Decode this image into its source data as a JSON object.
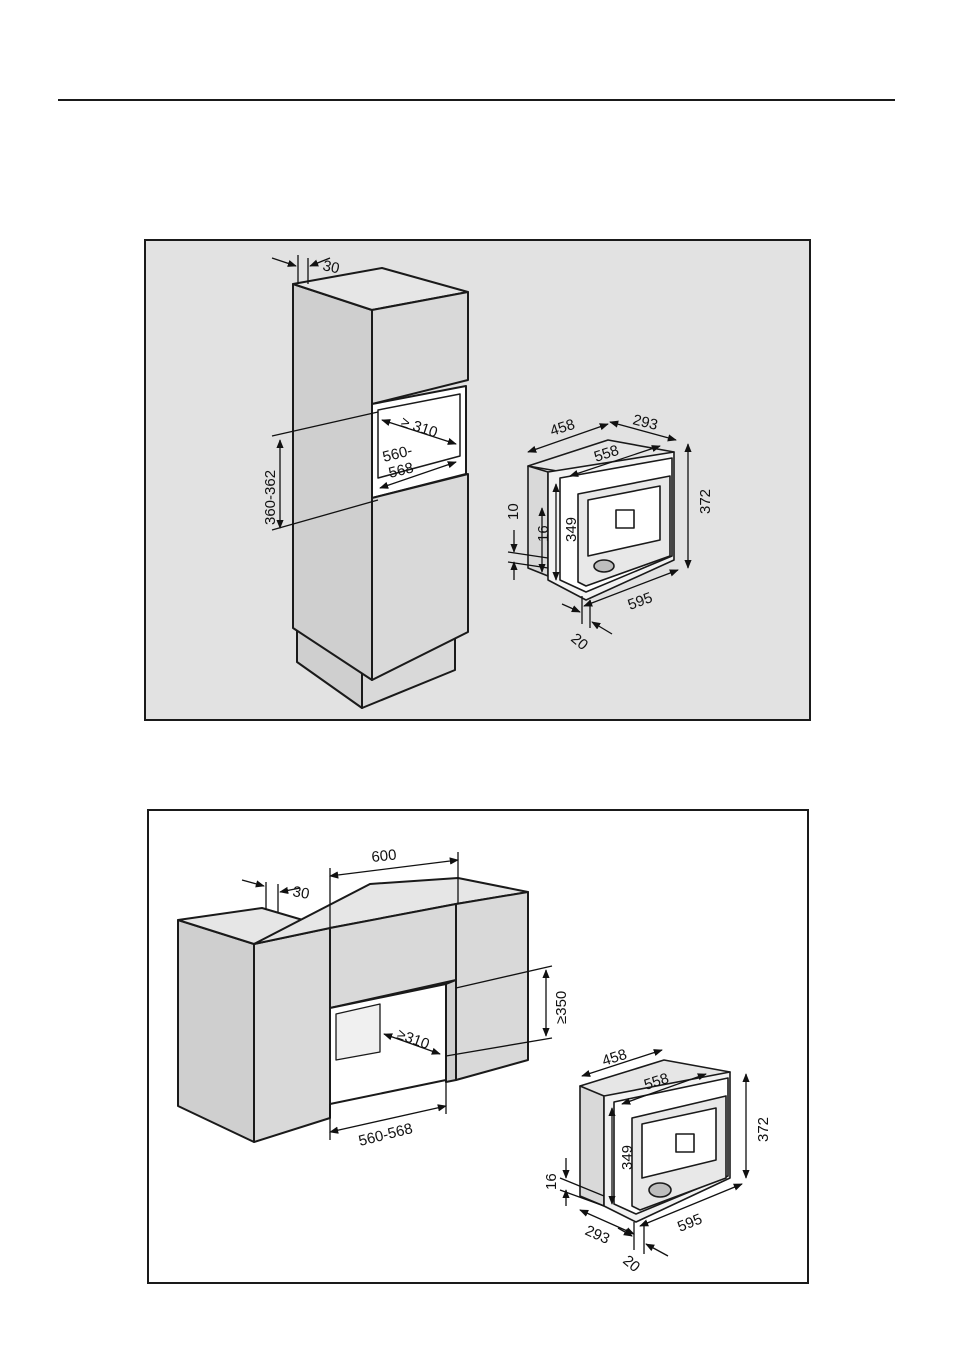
{
  "colors": {
    "panel_bg": "#e2e2e2",
    "cabinet_front": "#cfcfcf",
    "cabinet_side": "#d9d9d9",
    "cabinet_top": "#e6e6e6",
    "niche": "#ffffff",
    "line": "#1a1a1a"
  },
  "tall_unit": {
    "depth_30": "30",
    "niche_depth": "≥ 310",
    "niche_width_a": "560-",
    "niche_width_b": "568",
    "niche_height": "360-362"
  },
  "machine_tall": {
    "depth_458": "458",
    "width_293": "293",
    "inner_558": "558",
    "height_372": "372",
    "height_349": "349",
    "offset_16": "16",
    "offset_10": "10",
    "width_595": "595",
    "front_20": "20"
  },
  "base_unit": {
    "width_600": "600",
    "depth_30": "30",
    "niche_height": "≥350",
    "niche_depth": "≥310",
    "niche_width": "560-568"
  },
  "machine_base": {
    "depth_458": "458",
    "inner_558": "558",
    "height_372": "372",
    "height_349": "349",
    "offset_16": "16",
    "width_293": "293",
    "width_595": "595",
    "front_20": "20"
  }
}
